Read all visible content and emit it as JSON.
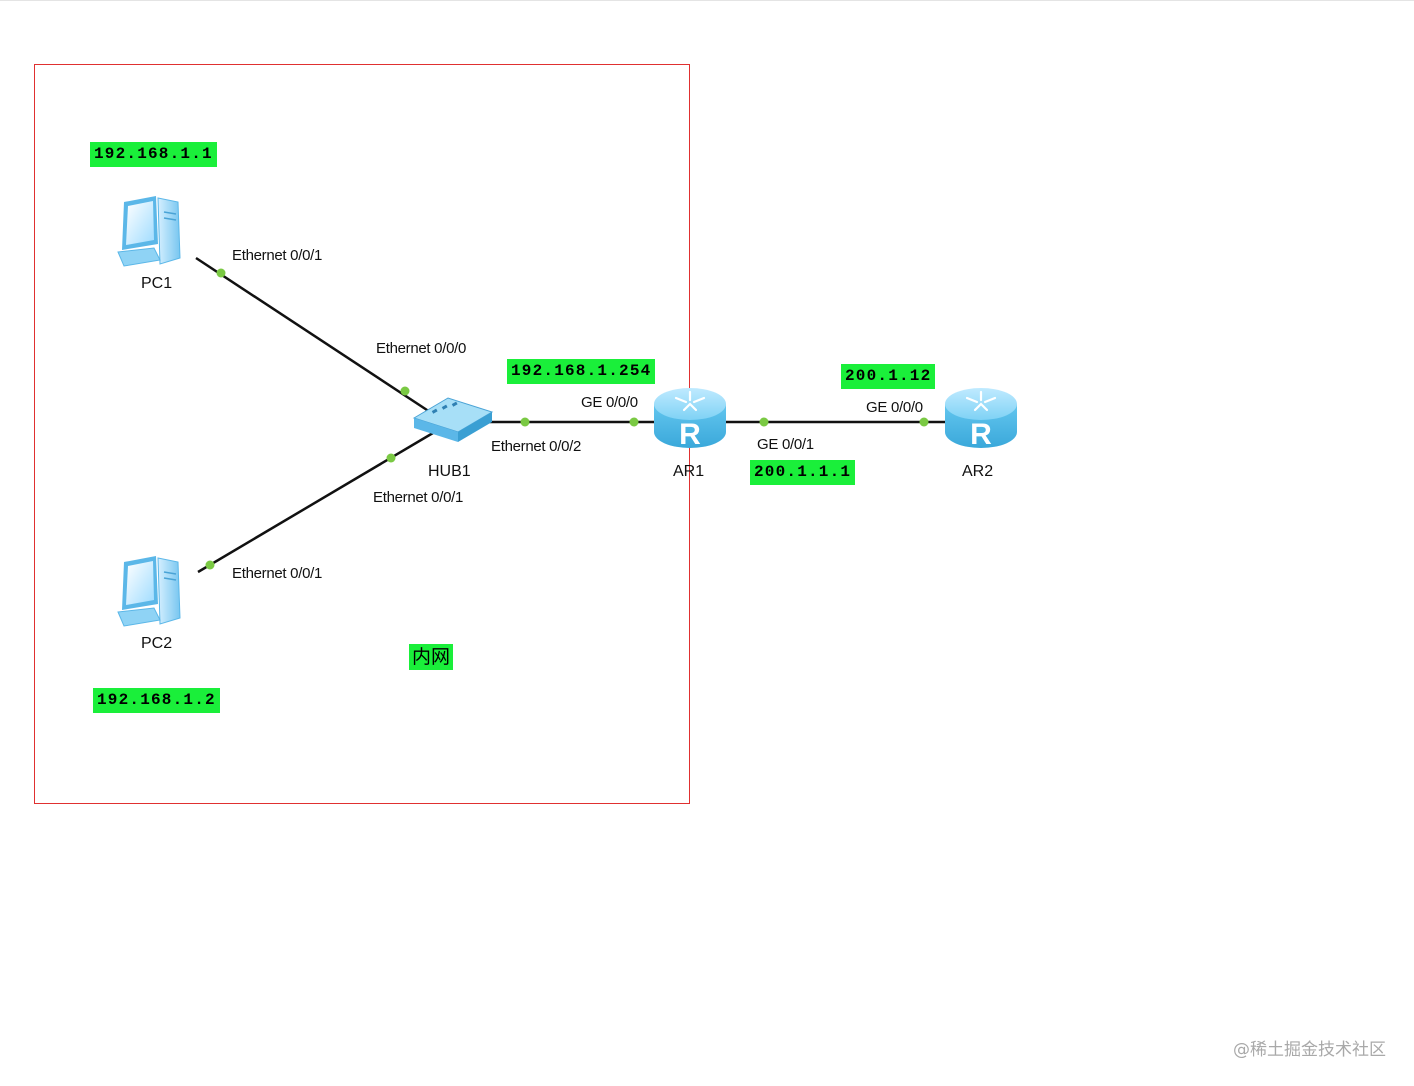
{
  "zone": {
    "label": "内网",
    "border_color": "#e03030"
  },
  "devices": {
    "pc1": {
      "name": "PC1",
      "icon": "pc-icon",
      "ip": "192.168.1.1"
    },
    "pc2": {
      "name": "PC2",
      "icon": "pc-icon",
      "ip": "192.168.1.2"
    },
    "hub1": {
      "name": "HUB1",
      "icon": "hub-icon"
    },
    "ar1": {
      "name": "AR1",
      "icon": "router-icon",
      "ip_lan": "192.168.1.254",
      "ip_wan": "200.1.1.1"
    },
    "ar2": {
      "name": "AR2",
      "icon": "router-icon",
      "ip": "200.1.12"
    }
  },
  "links": [
    {
      "id": "pc1-hub1",
      "from_port": "Ethernet 0/0/1",
      "to_port": "Ethernet 0/0/0"
    },
    {
      "id": "pc2-hub1",
      "from_port": "Ethernet 0/0/1",
      "to_port": "Ethernet 0/0/1"
    },
    {
      "id": "hub1-ar1",
      "from_port": "Ethernet 0/0/2",
      "to_port": "GE 0/0/0"
    },
    {
      "id": "ar1-ar2",
      "from_port": "GE 0/0/1",
      "to_port": "GE 0/0/0"
    }
  ],
  "colors": {
    "ip_highlight": "#1aef3a",
    "link_line": "#111111",
    "port_dot": "#7ac943",
    "router_body": "#59c3ee"
  },
  "watermark": "@稀土掘金技术社区"
}
